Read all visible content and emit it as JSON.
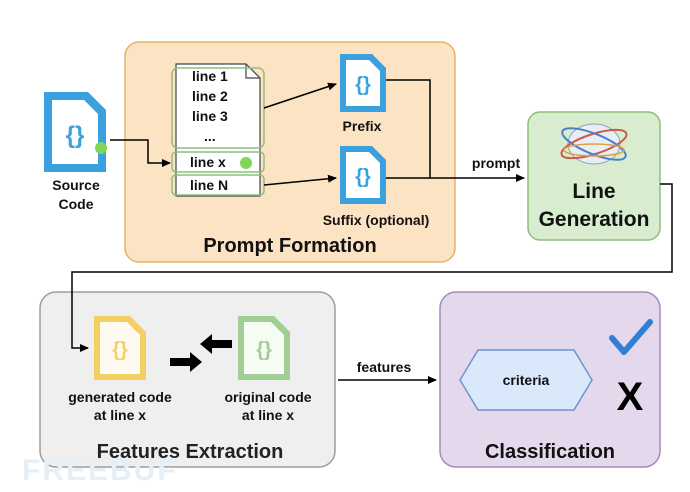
{
  "source": {
    "label_line1": "Source",
    "label_line2": "Code"
  },
  "prompt_formation": {
    "title": "Prompt Formation",
    "code_lines": [
      "line 1",
      "line 2",
      "line 3",
      "...",
      "line x",
      "line N"
    ],
    "prefix_label": "Prefix",
    "suffix_label": "Suffix (optional)"
  },
  "arrow_prompt_label": "prompt",
  "line_generation": {
    "title_line1": "Line",
    "title_line2": "Generation"
  },
  "features_extraction": {
    "title": "Features Extraction",
    "generated_label_line1": "generated code",
    "generated_label_line2": "at line x",
    "original_label_line1": "original code",
    "original_label_line2": "at line x"
  },
  "arrow_features_label": "features",
  "classification": {
    "title": "Classification",
    "criteria": "criteria",
    "cross_mark": "X"
  },
  "watermark": "FREEBUF",
  "icon_glyph": "{}",
  "colors": {
    "prompt_box_fill": "#fbe3c4",
    "prompt_box_stroke": "#e5b26a",
    "linegen_fill": "#d8ecd0",
    "linegen_stroke": "#8dbf7e",
    "features_fill": "#efefef",
    "features_stroke": "#9e9e9e",
    "class_fill": "#e4d9ec",
    "class_stroke": "#a48cbc",
    "icon_blue": "#3aa0de",
    "icon_yellow": "#f4cf63",
    "icon_green": "#9fcf93",
    "criteria_fill": "#d9e8fb",
    "criteria_stroke": "#6d94cc",
    "check_blue": "#2f7fd6",
    "dot_green": "#7fd65a"
  }
}
